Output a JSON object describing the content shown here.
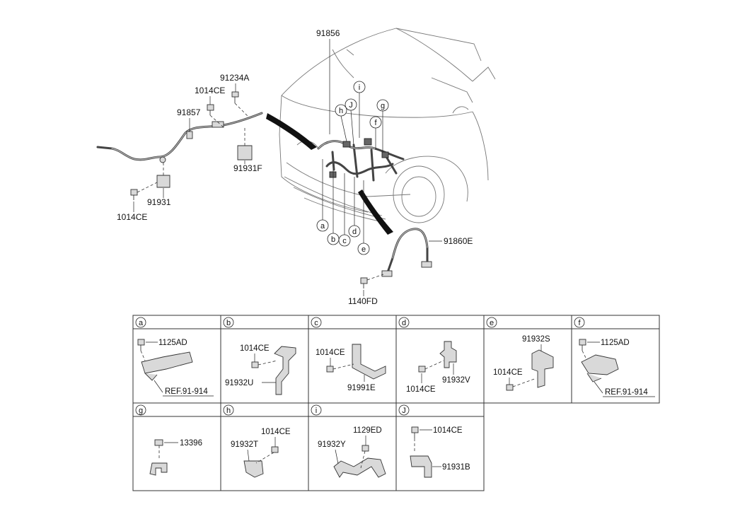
{
  "callouts": [
    "91856",
    "91234A",
    "1014CE",
    "91857",
    "91931F",
    "91931",
    "1014CE",
    "91860E",
    "1140FD"
  ],
  "location_letters": [
    "i",
    "h",
    "J",
    "g",
    "f",
    "a",
    "b",
    "c",
    "d",
    "e"
  ],
  "table": {
    "cells": [
      {
        "letter": "a",
        "labels": [
          "1125AD",
          "REF.91-914"
        ]
      },
      {
        "letter": "b",
        "labels": [
          "1014CE",
          "91932U"
        ]
      },
      {
        "letter": "c",
        "labels": [
          "1014CE",
          "91991E"
        ]
      },
      {
        "letter": "d",
        "labels": [
          "1014CE",
          "91932V"
        ]
      },
      {
        "letter": "e",
        "labels": [
          "91932S",
          "1014CE"
        ]
      },
      {
        "letter": "f",
        "labels": [
          "1125AD",
          "REF.91-914"
        ]
      },
      {
        "letter": "g",
        "labels": [
          "13396"
        ]
      },
      {
        "letter": "h",
        "labels": [
          "1014CE",
          "91932T"
        ]
      },
      {
        "letter": "i",
        "labels": [
          "1129ED",
          "91932Y"
        ]
      },
      {
        "letter": "J",
        "labels": [
          "1014CE",
          "91931B"
        ]
      }
    ]
  }
}
